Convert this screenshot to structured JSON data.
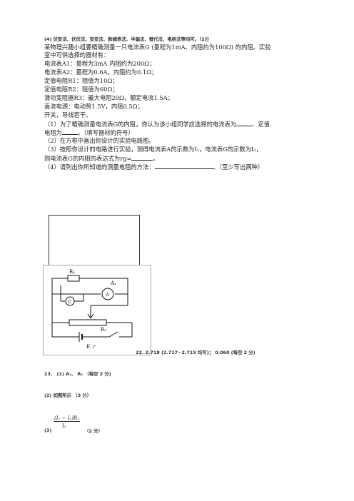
{
  "header": "(4) 伏安法、伏伏法、安安法、欧姆表法、半偏法、替代法、电桥法等均可。（2分",
  "problem": {
    "intro_1": "某物理兴趣小组要精确测量一只电流表G (量程为1mA、内阻约为100Ω) 的内阻。实验",
    "intro_2": "室中可供选择的器材有：",
    "items": [
      "电流表A1：量程为3mA  内阻约为200Ω；",
      "电流表A2：量程为0.6A，内阻约为0.1Ω；",
      "定值电阻R1：阻值为10Ω；",
      "定值电阻R2：阻值为60Ω；",
      "滑动变阻器R3：最大电阻20Ω，额定电流1.5A；",
      "直流电源：电动势1.5V，内阻0.5Ω；",
      "开关，导线若干。"
    ],
    "q1_a": "（1）为了精确测量电流表G的内阻，你认为该小组同学应选择的电流表为",
    "q1_b": "、定值",
    "q1_c": "电阻为",
    "q1_d": "。（填写器材的符号）",
    "q2": "（2）在方框中画出你设计的实验电路图。",
    "q3_a": "（3）按照你设计的电路进行实验，测得电流表A的示数为I₁，电流表G的示数为I₂，",
    "q3_b": "则电流表G的内阻的表达式为rg=",
    "q3_c": "。",
    "q4_a": "（4）请列出你所知道的测量电阻的方法：",
    "q4_b": "。（至少写出两种）"
  },
  "circuit": {
    "r2": "R₂",
    "a1": "A₁",
    "ammeter": "A",
    "galvanometer": "G",
    "r3": "R₃",
    "source": "E, r"
  },
  "answers": {
    "a22": "22. 2.718 (2.717~2.719 均可)；  0.060 (每空 2 分)",
    "a23_1": "23． (1) A₁、 R₂ （每空 2 分)",
    "a23_2": "(2) 如图所示  （3 分）",
    "a23_3_label": "(3)",
    "formula_num": "(I₁ − I₂)R₂",
    "formula_den": "I₂",
    "a23_3_score": "（2 分）"
  }
}
